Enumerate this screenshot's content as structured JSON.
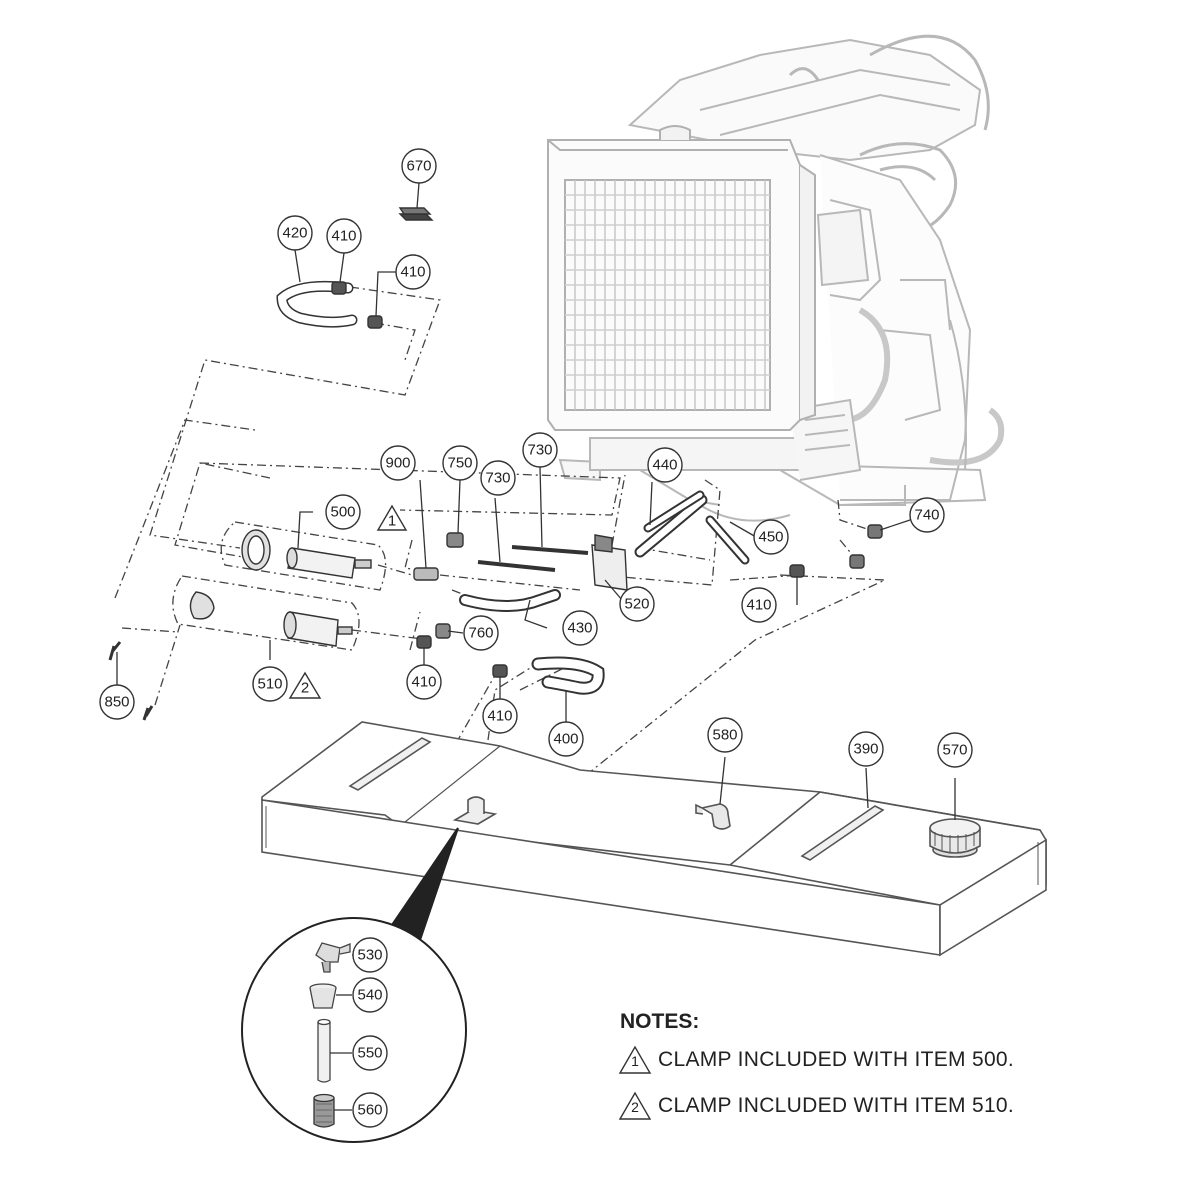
{
  "callouts": [
    {
      "id": "c670",
      "label": "670"
    },
    {
      "id": "c420",
      "label": "420"
    },
    {
      "id": "c410a",
      "label": "410"
    },
    {
      "id": "c410b",
      "label": "410"
    },
    {
      "id": "c750",
      "label": "750"
    },
    {
      "id": "c900",
      "label": "900"
    },
    {
      "id": "c730a",
      "label": "730"
    },
    {
      "id": "c730b",
      "label": "730"
    },
    {
      "id": "c440",
      "label": "440"
    },
    {
      "id": "c500",
      "label": "500"
    },
    {
      "id": "c740",
      "label": "740"
    },
    {
      "id": "c450",
      "label": "450"
    },
    {
      "id": "c520",
      "label": "520"
    },
    {
      "id": "c410c",
      "label": "410"
    },
    {
      "id": "c430",
      "label": "430"
    },
    {
      "id": "c760",
      "label": "760"
    },
    {
      "id": "c510",
      "label": "510"
    },
    {
      "id": "c410d",
      "label": "410"
    },
    {
      "id": "c850",
      "label": "850"
    },
    {
      "id": "c410e",
      "label": "410"
    },
    {
      "id": "c400",
      "label": "400"
    },
    {
      "id": "c580",
      "label": "580"
    },
    {
      "id": "c390",
      "label": "390"
    },
    {
      "id": "c570",
      "label": "570"
    },
    {
      "id": "c530",
      "label": "530"
    },
    {
      "id": "c540",
      "label": "540"
    },
    {
      "id": "c550",
      "label": "550"
    },
    {
      "id": "c560",
      "label": "560"
    }
  ],
  "note_markers": {
    "m1": "1",
    "m2": "2"
  },
  "notes": {
    "title": "NOTES:",
    "items": [
      {
        "marker": "1",
        "text": "CLAMP INCLUDED WITH ITEM 500."
      },
      {
        "marker": "2",
        "text": "CLAMP INCLUDED WITH ITEM 510."
      }
    ]
  }
}
